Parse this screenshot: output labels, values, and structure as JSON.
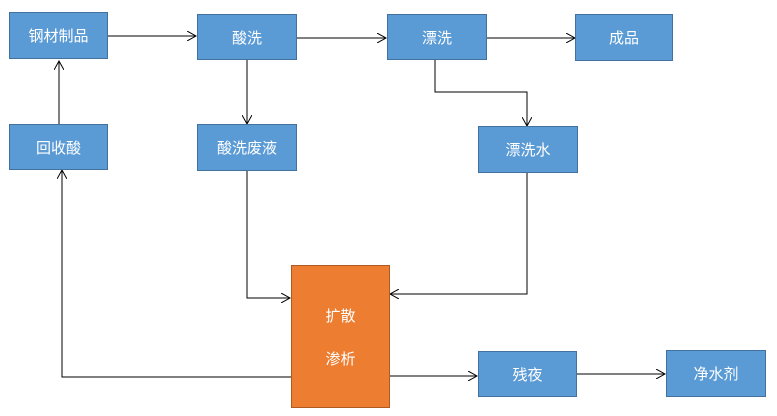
{
  "nodes": {
    "steel_products": "钢材制品",
    "pickling": "酸洗",
    "rinsing": "漂洗",
    "finished_product": "成品",
    "recovered_acid": "回收酸",
    "pickling_waste": "酸洗废液",
    "rinse_water": "漂洗水",
    "diffusion_dialysis_line1": "扩散",
    "diffusion_dialysis_line2": "渗析",
    "residual_liquid": "残夜",
    "water_purifier": "净水剂"
  },
  "colors": {
    "process_box": "#5b9bd5",
    "core_box": "#ed7d31",
    "arrow": "#000000"
  }
}
